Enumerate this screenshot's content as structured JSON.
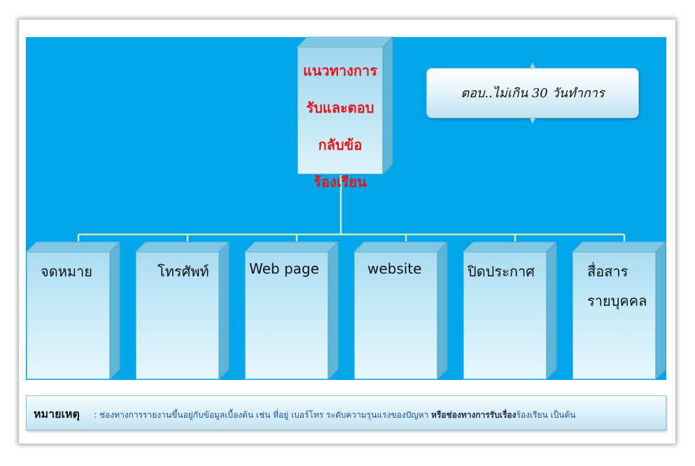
{
  "top_box": {
    "lines": [
      "แนวทางการ",
      "รับและตอบ",
      "กลับข้อ",
      "ร้องเรียน"
    ]
  },
  "callout": {
    "text": "ตอบ..ไม่เกิน 30 วันทำการ"
  },
  "channels": [
    {
      "lines": [
        "จดหมาย"
      ]
    },
    {
      "lines": [
        "โทรศัพท์"
      ]
    },
    {
      "lines": [
        "Web page"
      ]
    },
    {
      "lines": [
        "website"
      ]
    },
    {
      "lines": [
        "ปิดประกาศ"
      ]
    },
    {
      "lines": [
        "สื่อสาร",
        "รายบุคคล"
      ]
    }
  ],
  "note": {
    "title": "หมายเหตุ",
    "body_prefix": ": ช่องทางการรายงานขึ้นอยู่กับข้อมูลเบื้องต้น เช่น ที่อยู่ เบอร์โทร ระดับความรุนแรงของปัญหา",
    "body_bold": "หรือช่องทางการรับเรื่อง",
    "body_suffix": "ร้องเรียน เป็นต้น"
  },
  "colors": {
    "background": "#00a6e9",
    "title_text": "#e3161c",
    "connector": "#d9e8b0",
    "note_text": "#1f4e9a"
  }
}
